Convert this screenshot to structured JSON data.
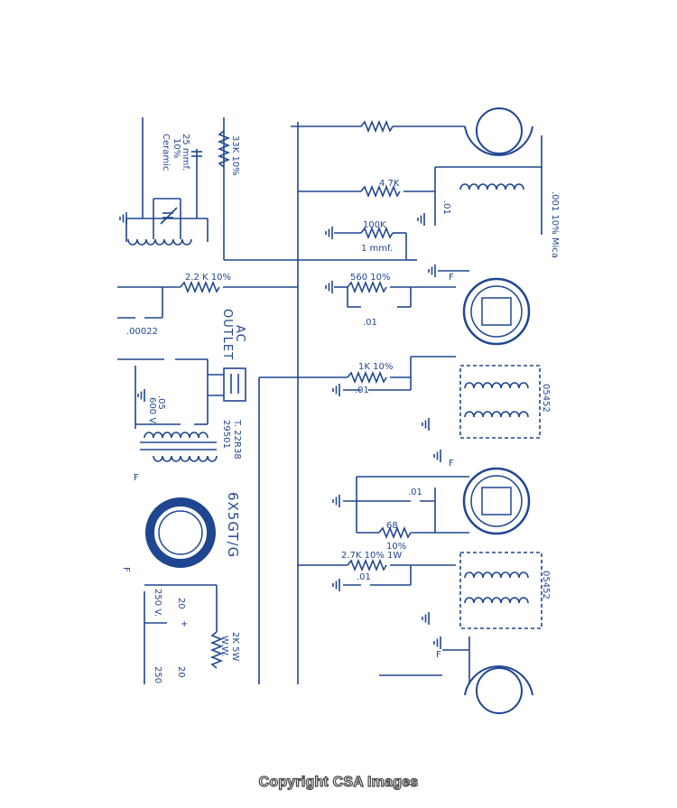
{
  "colors": {
    "ink": "#1f4690",
    "background": "#ffffff",
    "watermark_outline": "#444444"
  },
  "watermark": {
    "text": "Copyright CSA Images"
  },
  "labels": {
    "cap_25mmf": "25 mmf.",
    "cap_25_tol": "10%",
    "cap_25_type": "Ceramic",
    "res_33k": "33K 10%",
    "res_4_7k": "4.7K",
    "cap_01_a": ".01",
    "cap_001_mica": ".001 10% Mica",
    "res_100k": "100K",
    "cap_1mmf": "1 mmf.",
    "res_2_2k": "2.2 K 10%",
    "res_560": "560 10%",
    "cap_01_b": ".01",
    "cap_00022": ".00022",
    "ac_outlet_1": "AC",
    "ac_outlet_2": "OUTLET",
    "res_1k": "1K 10%",
    "cap_01_c": ".01",
    "if_transformer_1": "05452",
    "cap_05": ".05",
    "cap_600v": "600 V.",
    "transformer_model": "T. 22R38",
    "transformer_part": "29501",
    "fuse_label_1": "F",
    "rectifier_tube": "6X5GT/G",
    "fuse_label_2": "F",
    "cap_01_d": ".01",
    "res_68": "68",
    "res_68_tol": "10%",
    "res_2_7k": "2.7K 10% 1W",
    "cap_01_e": ".01",
    "if_transformer_2": "05452",
    "cap_20": "20",
    "cap_250v": "250 V.",
    "res_2k": "2K 5W",
    "res_2k_type": "W.W.",
    "val_250": "250",
    "val_20": "20",
    "fuse_label_3": "F",
    "fuse_label_4": "F",
    "fuse_label_5": "F",
    "plus_sign": "+"
  }
}
